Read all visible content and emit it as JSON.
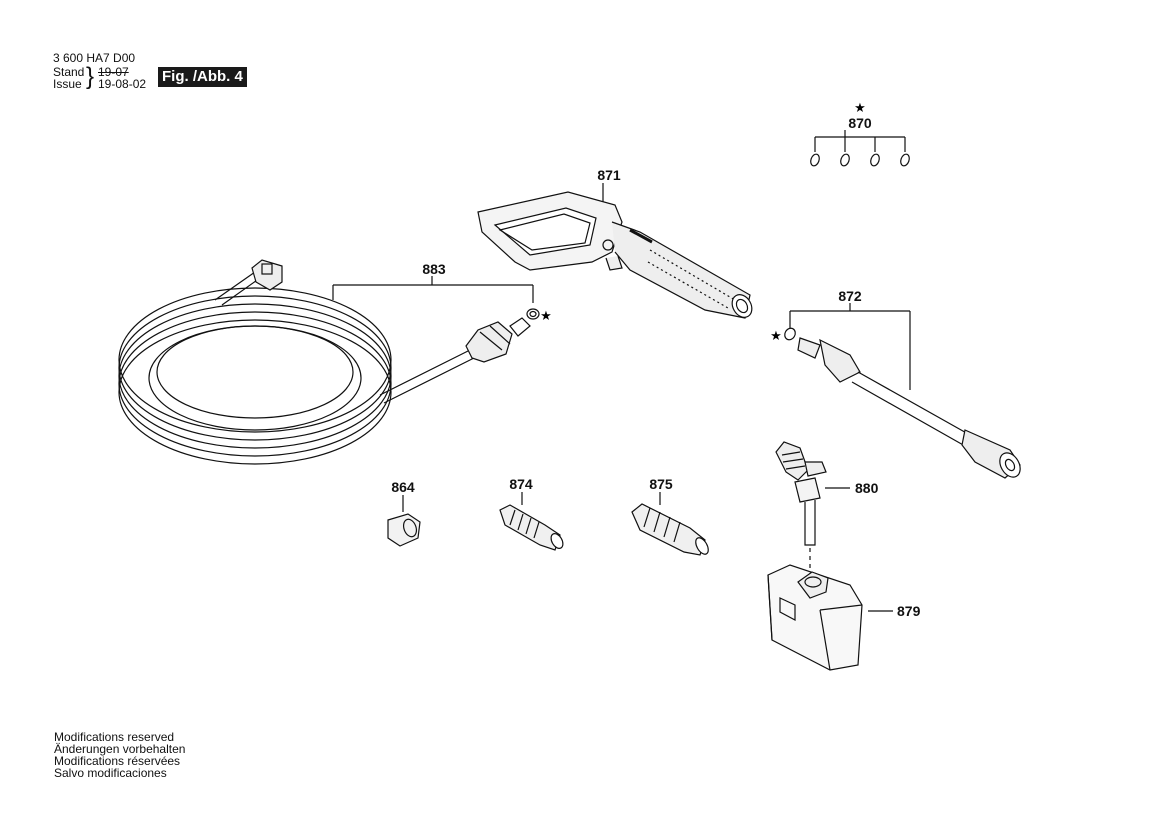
{
  "header": {
    "doc_number": "3 600 HA7 D00",
    "stand_label": "Stand",
    "issue_label": "Issue",
    "stand_value": "19-07",
    "issue_value": "19-08-02",
    "figure_label": "Fig. /Abb. 4"
  },
  "parts": [
    {
      "id": "p870",
      "number": "870"
    },
    {
      "id": "p871",
      "number": "871"
    },
    {
      "id": "p883",
      "number": "883"
    },
    {
      "id": "p872",
      "number": "872"
    },
    {
      "id": "p864",
      "number": "864"
    },
    {
      "id": "p874",
      "number": "874"
    },
    {
      "id": "p875",
      "number": "875"
    },
    {
      "id": "p880",
      "number": "880"
    },
    {
      "id": "p879",
      "number": "879"
    }
  ],
  "star_symbol": "★",
  "footer": {
    "line1": "Modifications reserved",
    "line2": "Änderungen vorbehalten",
    "line3": "Modifications réservées",
    "line4": "Salvo modificaciones"
  }
}
